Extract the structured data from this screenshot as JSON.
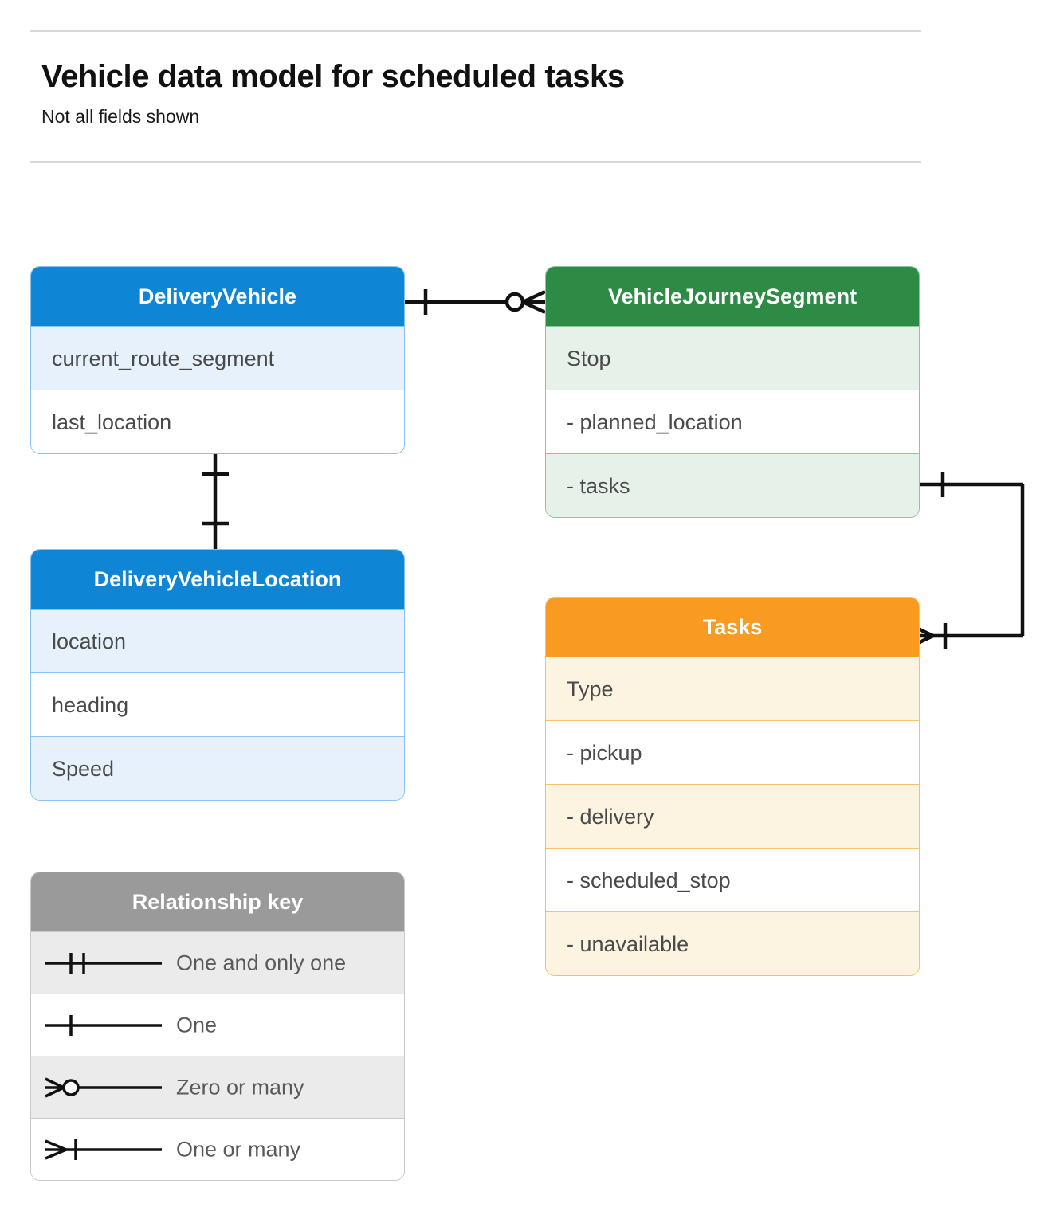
{
  "header": {
    "title": "Vehicle data model for scheduled tasks",
    "subtitle": "Not all fields shown"
  },
  "entities": [
    {
      "id": "delivery-vehicle",
      "name": "DeliveryVehicle",
      "color": "#0f85d6",
      "rows": [
        "current_route_segment",
        "last_location"
      ]
    },
    {
      "id": "delivery-vehicle-location",
      "name": "DeliveryVehicleLocation",
      "color": "#0f85d6",
      "rows": [
        "location",
        "heading",
        "Speed"
      ]
    },
    {
      "id": "vehicle-journey-segment",
      "name": "VehicleJourneySegment",
      "color": "#2e8b46",
      "rows": [
        "Stop",
        "-  planned_location",
        "- tasks"
      ]
    },
    {
      "id": "tasks",
      "name": "Tasks",
      "color": "#f89b20",
      "rows": [
        "Type",
        "-  pickup",
        "-  delivery",
        "-  scheduled_stop",
        "-  unavailable"
      ]
    }
  ],
  "legend": {
    "title": "Relationship key",
    "items": [
      {
        "symbol": "one-and-only-one",
        "label": "One and only one"
      },
      {
        "symbol": "one",
        "label": "One"
      },
      {
        "symbol": "zero-or-many",
        "label": "Zero or many"
      },
      {
        "symbol": "one-or-many",
        "label": "One or many"
      }
    ]
  },
  "relationships": [
    {
      "id": "deliveryvehicle-to-journeysegment",
      "from": "DeliveryVehicle",
      "to": "VehicleJourneySegment",
      "from_cardinality": "One",
      "to_cardinality": "Zero or many"
    },
    {
      "id": "deliveryvehicle-to-vehiclelocation",
      "from": "DeliveryVehicle",
      "to": "DeliveryVehicleLocation",
      "from_cardinality": "One",
      "to_cardinality": "One"
    },
    {
      "id": "journeysegment-tasks-to-tasks",
      "from": "VehicleJourneySegment.tasks",
      "to": "Tasks",
      "from_cardinality": "One",
      "to_cardinality": "One or many"
    }
  ],
  "colors": {
    "blue": "#0f85d6",
    "green": "#2e8b46",
    "orange": "#f89b20",
    "gray": "#9a9a9a",
    "rule": "#d8d8d8",
    "text": "#4a4a4a"
  }
}
